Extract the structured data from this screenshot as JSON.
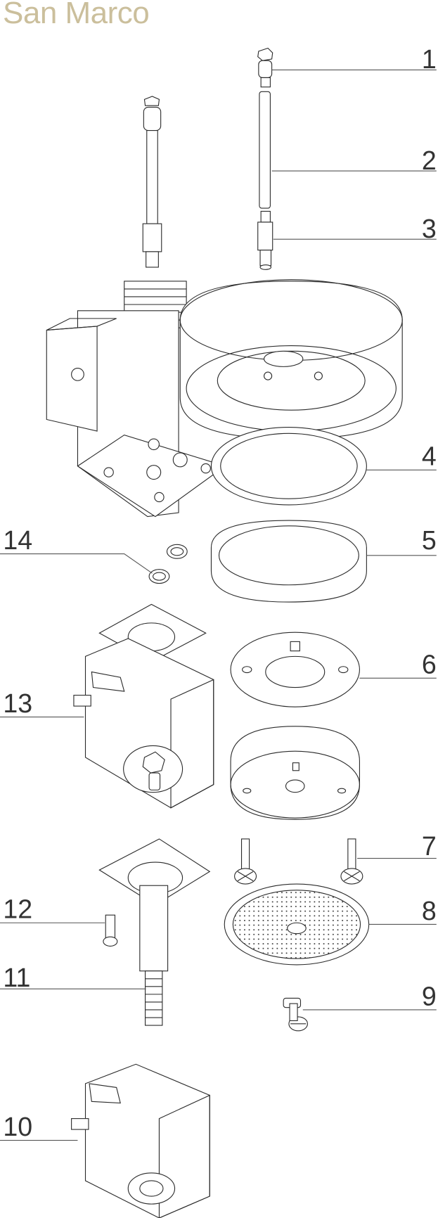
{
  "header": {
    "title": "San Marco"
  },
  "colors": {
    "title": "#cbbf9c",
    "line": "#2a2a2a",
    "label": "#333333"
  },
  "callouts": [
    {
      "number": "1",
      "side": "right"
    },
    {
      "number": "2",
      "side": "right"
    },
    {
      "number": "3",
      "side": "right"
    },
    {
      "number": "4",
      "side": "right"
    },
    {
      "number": "5",
      "side": "right"
    },
    {
      "number": "6",
      "side": "right"
    },
    {
      "number": "7",
      "side": "right"
    },
    {
      "number": "8",
      "side": "right"
    },
    {
      "number": "9",
      "side": "right"
    },
    {
      "number": "10",
      "side": "left"
    },
    {
      "number": "11",
      "side": "left"
    },
    {
      "number": "12",
      "side": "left"
    },
    {
      "number": "13",
      "side": "left"
    },
    {
      "number": "14",
      "side": "left"
    }
  ]
}
